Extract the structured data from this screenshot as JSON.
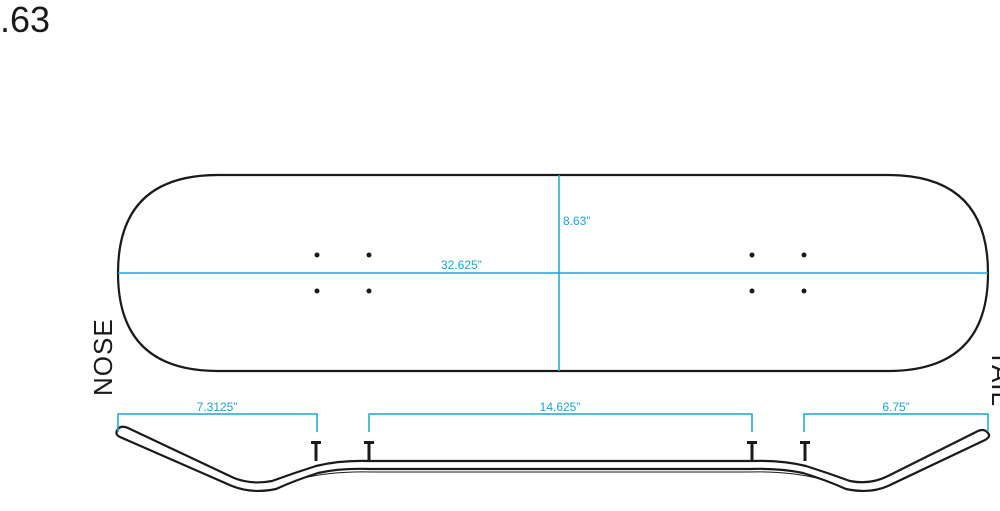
{
  "title": ".63",
  "labels": {
    "nose": "NOSE",
    "tail": "TAIL"
  },
  "dimensions": {
    "width": "8.63”",
    "length": "32.625”",
    "nose": "7.3125”",
    "wheelbase": "14.625”",
    "tail": "6.75”"
  },
  "colors": {
    "outline": "#1a1a1a",
    "dimension": "#1aa3d9"
  }
}
